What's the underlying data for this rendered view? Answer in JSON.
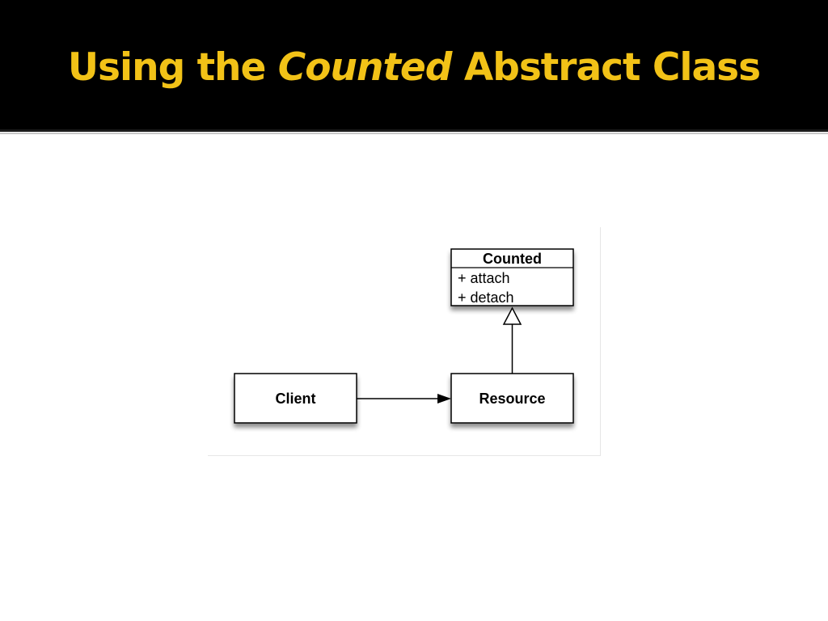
{
  "slide": {
    "title_part1": "Using the ",
    "title_italic": "Counted",
    "title_part2": " Abstract Class",
    "title_color": "#f2c217",
    "header_color": "#000000"
  },
  "diagram": {
    "abstract_class": {
      "name": "Counted",
      "methods": [
        "+ attach",
        "+ detach"
      ]
    },
    "client_class": {
      "name": "Client"
    },
    "resource_class": {
      "name": "Resource"
    },
    "relations": [
      {
        "from": "Client",
        "to": "Resource",
        "kind": "association"
      },
      {
        "from": "Resource",
        "to": "Counted",
        "kind": "generalization"
      }
    ]
  }
}
